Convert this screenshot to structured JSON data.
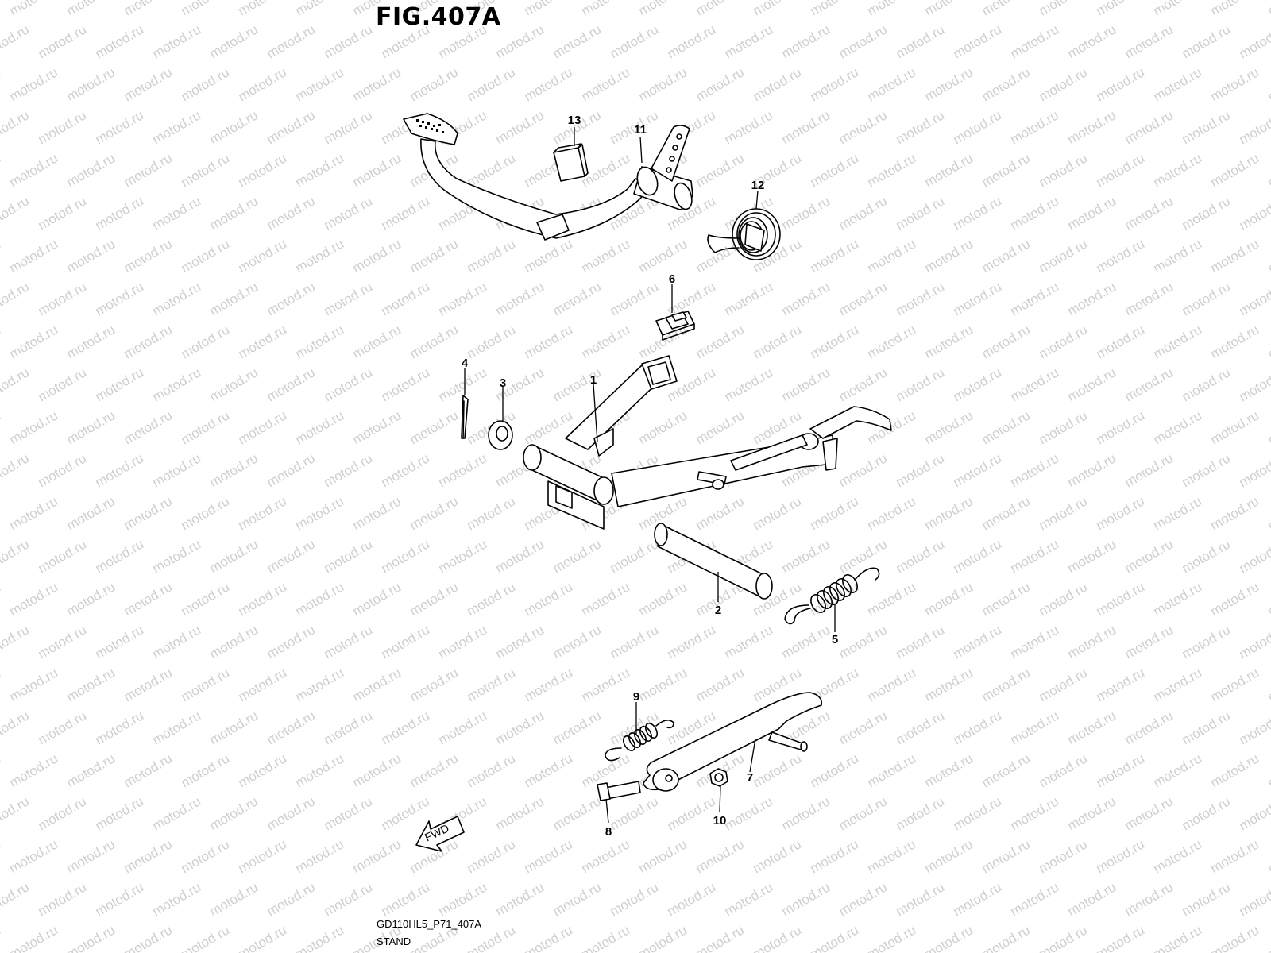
{
  "figure": {
    "title": "FIG.407A",
    "code": "GD110HL5_P71_407A",
    "name": "STAND"
  },
  "watermark": {
    "text": "motod.ru",
    "color": "#cfcfcf"
  },
  "callouts": [
    {
      "id": "c1",
      "label": "1"
    },
    {
      "id": "c2",
      "label": "2"
    },
    {
      "id": "c3",
      "label": "3"
    },
    {
      "id": "c4",
      "label": "4"
    },
    {
      "id": "c5",
      "label": "5"
    },
    {
      "id": "c6",
      "label": "6"
    },
    {
      "id": "c7",
      "label": "7"
    },
    {
      "id": "c8",
      "label": "8"
    },
    {
      "id": "c9",
      "label": "9"
    },
    {
      "id": "c10",
      "label": "10"
    },
    {
      "id": "c11",
      "label": "11"
    },
    {
      "id": "c12",
      "label": "12"
    },
    {
      "id": "c13",
      "label": "13"
    }
  ],
  "direction_arrow": {
    "label": "FWD",
    "icon": "forward-arrow-icon"
  }
}
